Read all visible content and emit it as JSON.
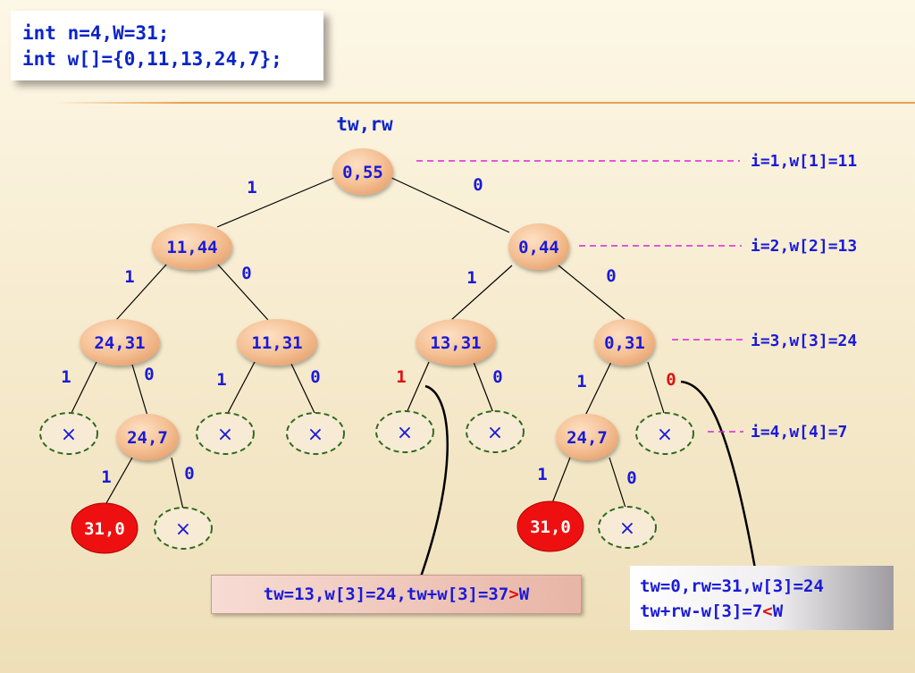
{
  "code": {
    "line1": "int n=4,W=31;",
    "line2": "int w[]={0,11,13,24,7};"
  },
  "header_label": "tw,rw",
  "nodes": {
    "n_0_55": "0,55",
    "n_11_44": "11,44",
    "n_0_44": "0,44",
    "n_24_31": "24,31",
    "n_11_31": "11,31",
    "n_13_31": "13,31",
    "n_0_31": "0,31",
    "n_24_7_a": "24,7",
    "n_24_7_b": "24,7",
    "n_31_0_a": "31,0",
    "n_31_0_b": "31,0",
    "pruned_symbol": "×"
  },
  "edge_labels": {
    "e1": "1",
    "e2": "0",
    "e3": "1",
    "e4": "0",
    "e5": "1",
    "e6": "0",
    "e7": "1",
    "e8": "0",
    "e9": "1",
    "e10": "0",
    "e11": "1",
    "e12": "0",
    "e13": "1",
    "e14": "0",
    "e15": "1",
    "e16": "0",
    "e17": "1",
    "e18": "0"
  },
  "levels": {
    "l1": "i=1,w[1]=11",
    "l2": "i=2,w[2]=13",
    "l3": "i=3,w[3]=24",
    "l4": "i=4,w[4]=7"
  },
  "callout1": {
    "text": "tw=13,w[3]=24,tw+w[3]=37",
    "op": ">",
    "tail": "W"
  },
  "callout2": {
    "line1": "tw=0,rw=31,w[3]=24",
    "line2_text": "tw+rw-w[3]=7",
    "line2_op": "<",
    "line2_tail": "W"
  },
  "colors": {
    "node_fill": "#f4bf93",
    "node_text": "#1a1ad8",
    "leaf_solution": "#ee1010",
    "pruned_border": "#2e6b1e",
    "accent_red": "#e01010",
    "level_dash": "#e020e0"
  }
}
